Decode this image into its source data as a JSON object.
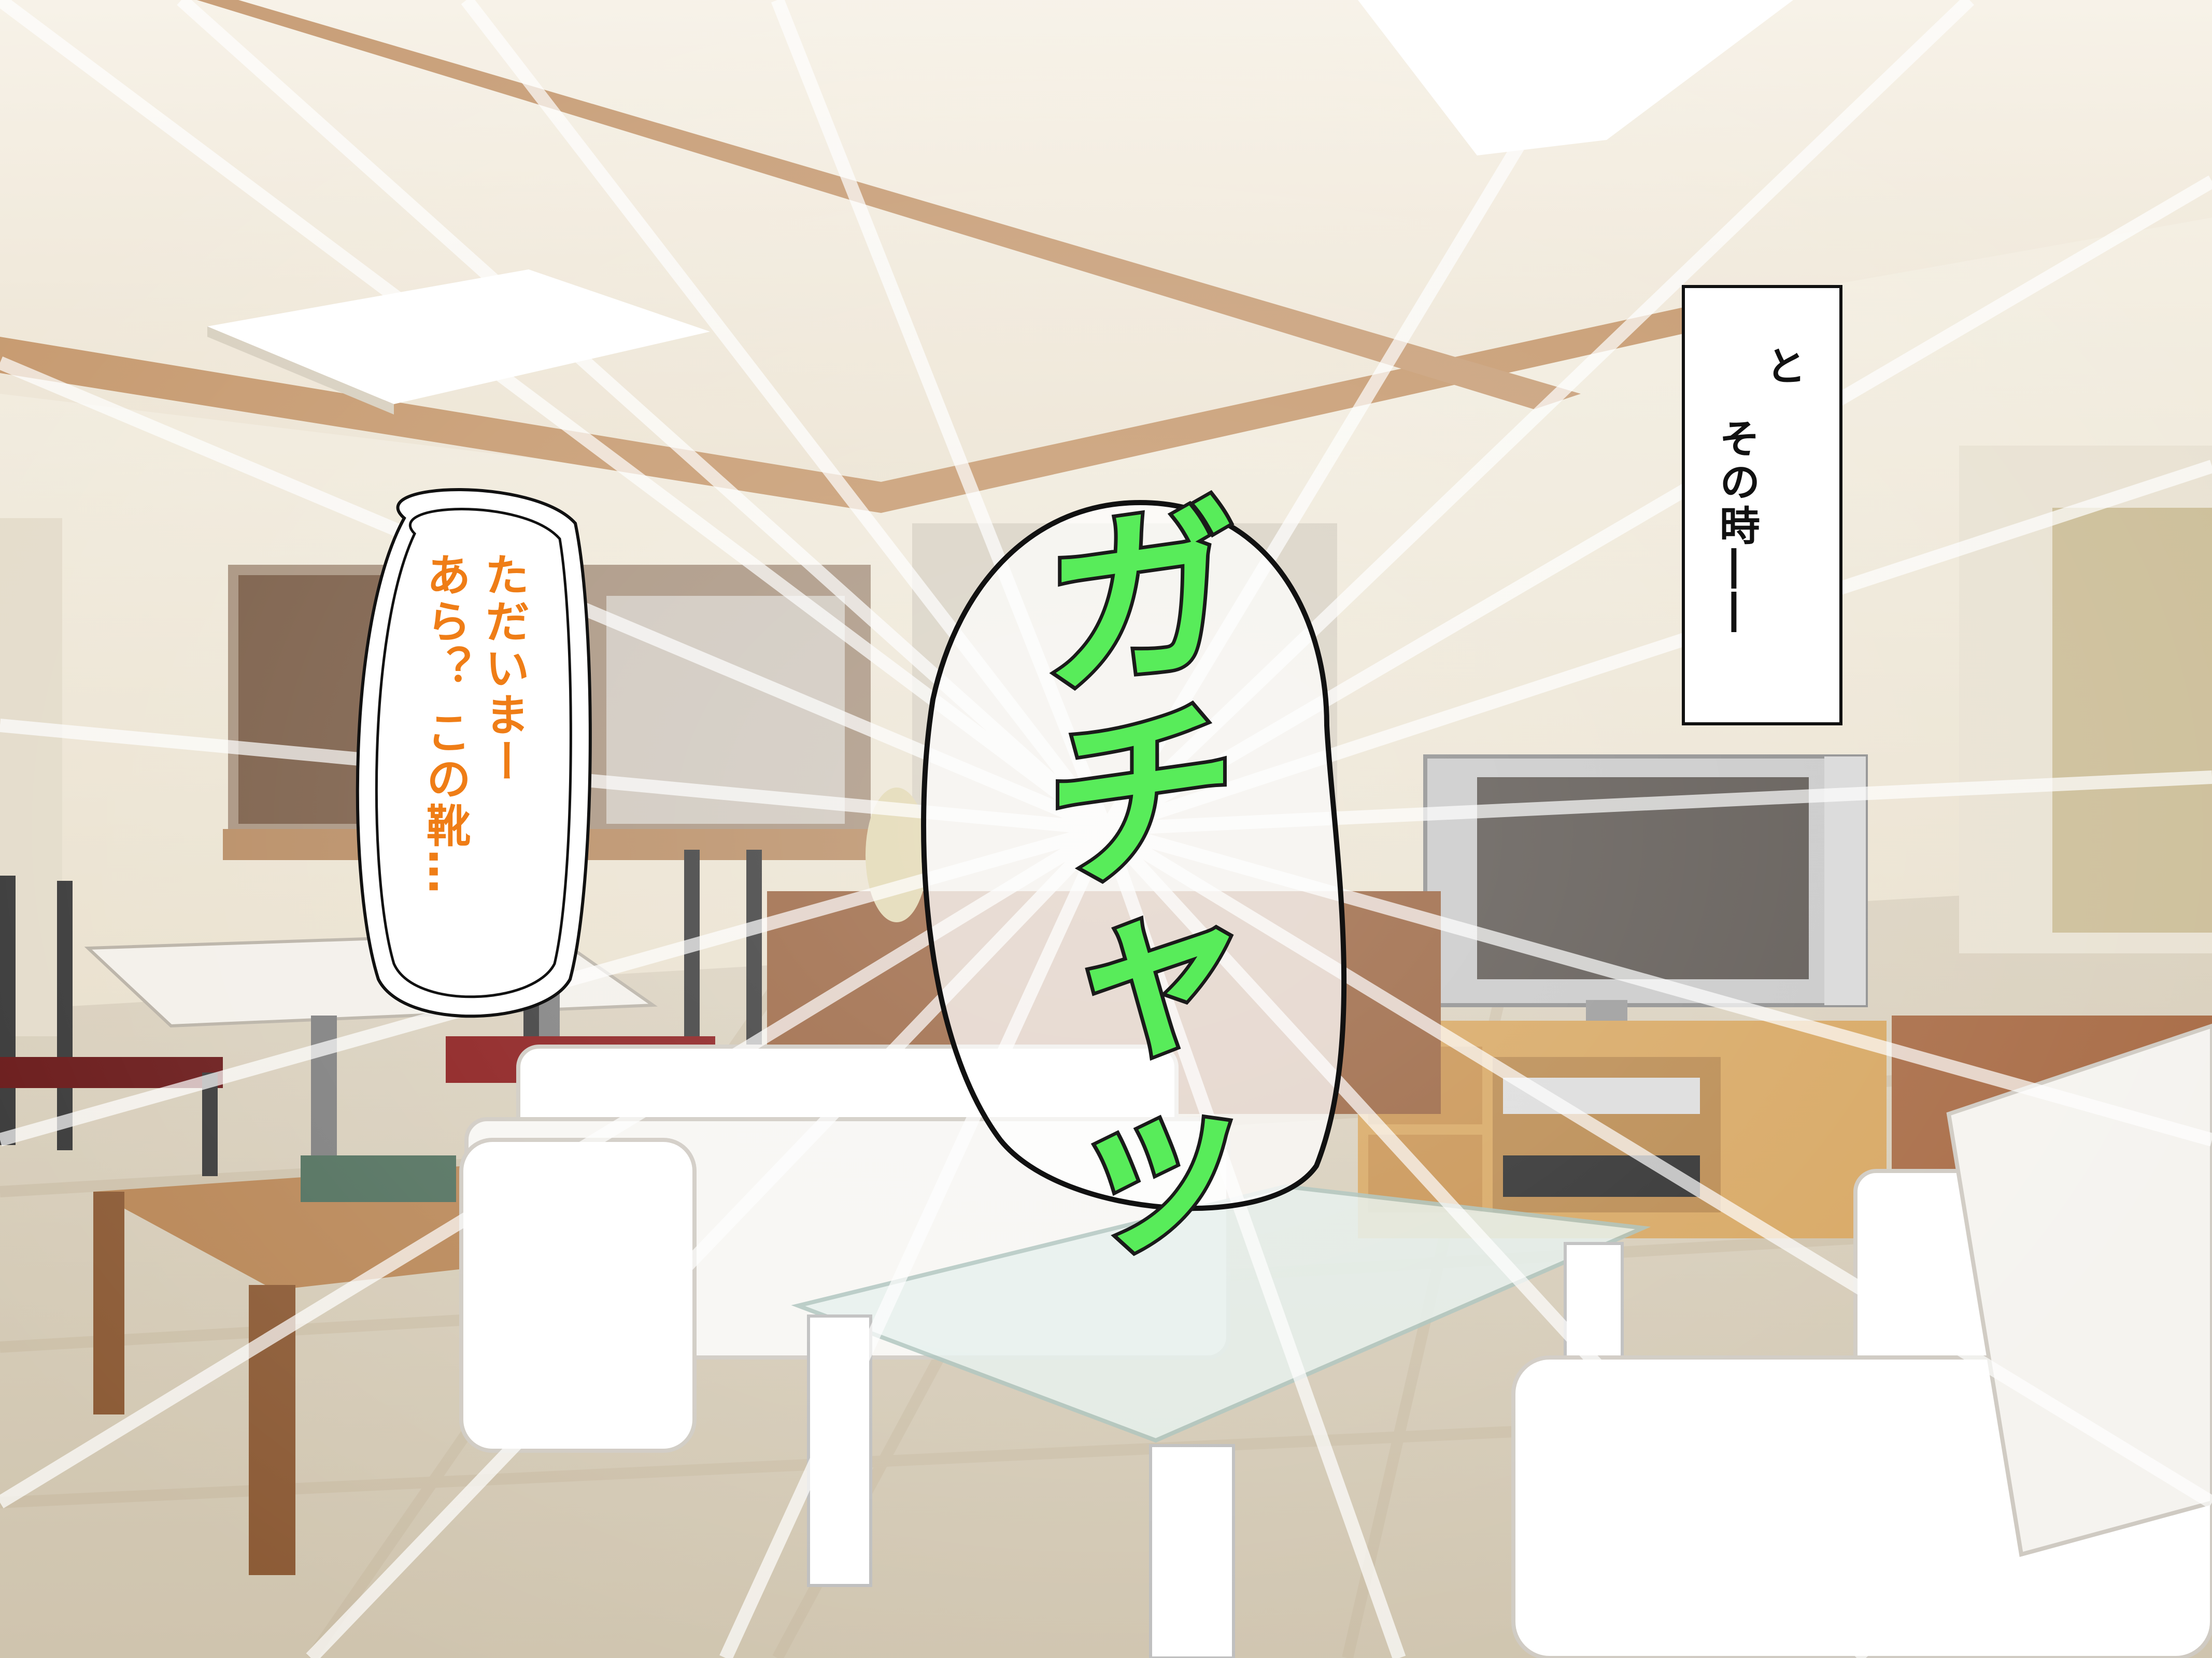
{
  "narration": {
    "line1": "と",
    "line2": "その時――"
  },
  "speech": {
    "line1": "ただいまー",
    "line2": "あら？ この靴…"
  },
  "sfx": {
    "text": "ガチャッ"
  },
  "colors": {
    "speech_text": "#ef7d16",
    "sfx_fill": "#58ec5a",
    "sfx_outline": "#1a1a1a",
    "narration_bg": "#ffffff",
    "narration_border": "#111111"
  }
}
